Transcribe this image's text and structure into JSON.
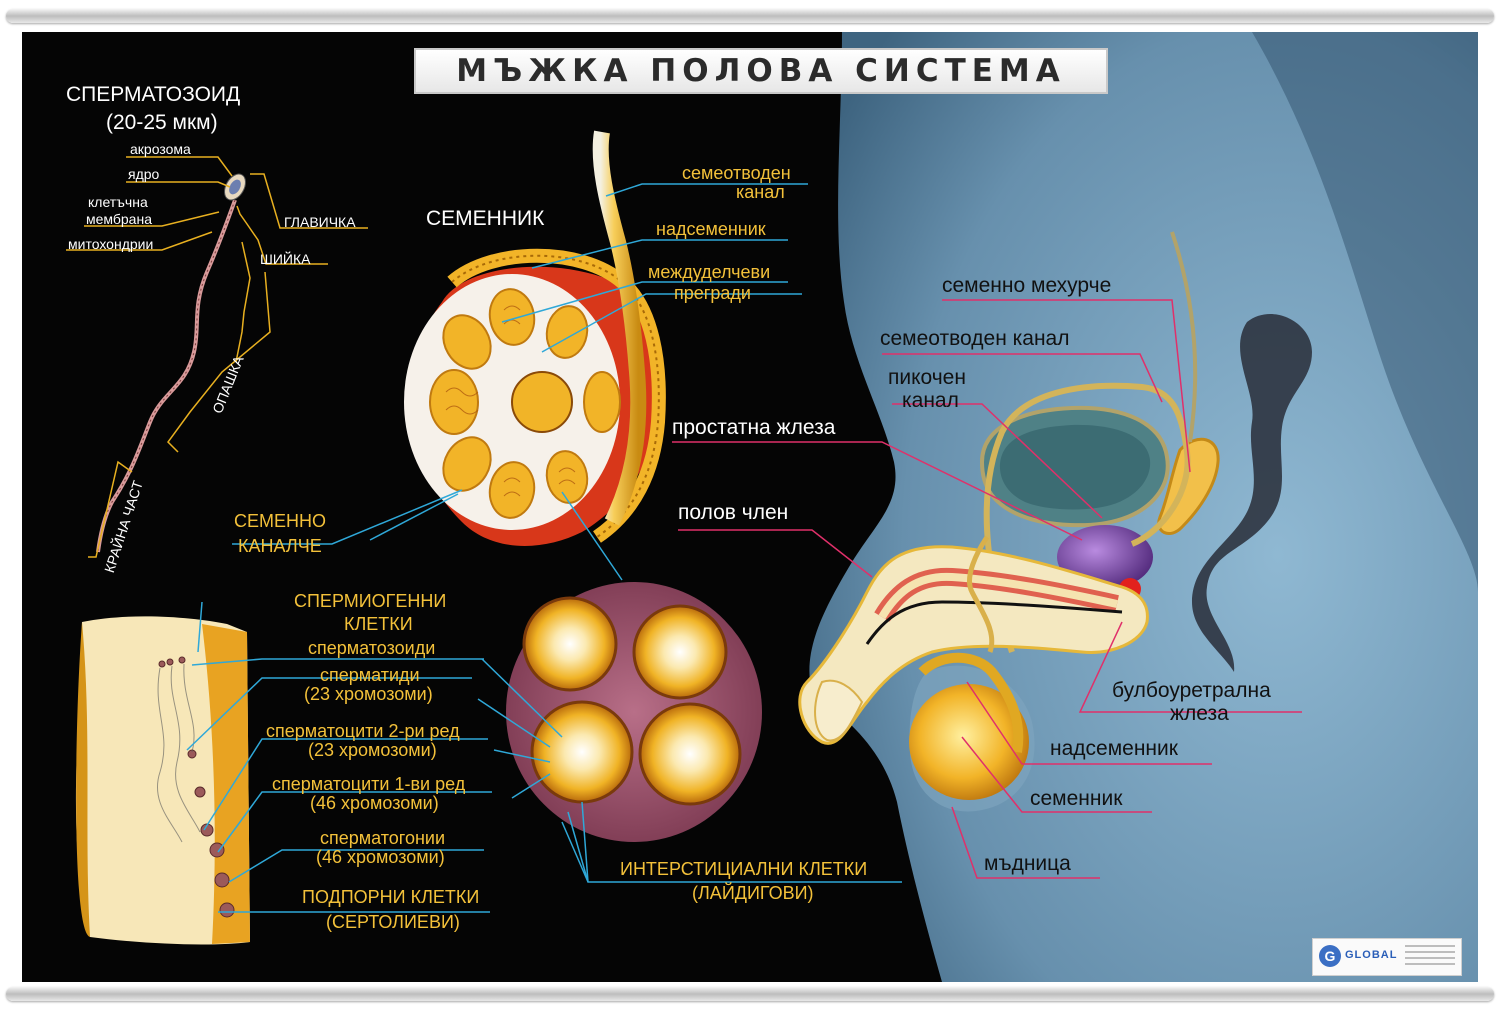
{
  "title": "МЪЖКА ПОЛОВА СИСТЕМА",
  "sperm": {
    "heading": "СПЕРМАТОЗОИД",
    "size": "(20-25 мкм)",
    "acrosome": "акрозома",
    "nucleus": "ядро",
    "membrane_1": "клетъчна",
    "membrane_2": "мембрана",
    "mitochondria": "митохондрии",
    "head": "ГЛАВИЧКА",
    "neck": "ШИЙКА",
    "tail": "ОПАШКА",
    "end_piece": "КРАЙНА ЧАСТ"
  },
  "testis_section": {
    "heading": "СЕМЕННИК",
    "vas_deferens_1": "семеотводен",
    "vas_deferens_2": "канал",
    "epididymis": "надсеменник",
    "septa_1": "междуделчеви",
    "septa_2": "прегради",
    "tubule_1": "СЕМЕННО",
    "tubule_2": "КАНАЛЧЕ"
  },
  "spermatogenesis": {
    "heading_1": "СПЕРМИОГЕННИ",
    "heading_2": "КЛЕТКИ",
    "spermatozoa": "сперматозоиди",
    "spermatids": "сперматиди",
    "spermatids_chr": "(23 хромозоми)",
    "sec_spermatocytes": "сперматоцити 2-ри ред",
    "sec_spermatocytes_chr": "(23 хромозоми)",
    "prim_spermatocytes": "сперматоцити 1-ви ред",
    "prim_spermatocytes_chr": "(46 хромозоми)",
    "spermatogonia": "сперматогонии",
    "spermatogonia_chr": "(46 хромозоми)",
    "sertoli_1": "ПОДПОРНИ КЛЕТКИ",
    "sertoli_2": "(СЕРТОЛИЕВИ)",
    "leydig_1": "ИНТЕРСТИЦИАЛНИ КЛЕТКИ",
    "leydig_2": "(ЛАЙДИГОВИ)"
  },
  "anatomy": {
    "seminal_vesicle": "семенно мехурче",
    "vas_deferens": "семеотводен канал",
    "urethra_1": "пикочен",
    "urethra_2": "канал",
    "prostate": "простатна жлеза",
    "penis": "полов член",
    "bulbourethral_1": "булбоуретрална",
    "bulbourethral_2": "жлеза",
    "epididymis": "надсеменник",
    "testis": "семенник",
    "scrotum": "мъдница"
  },
  "logo": {
    "text": "GLOBAL",
    "mark": "G"
  },
  "colors": {
    "background": "#050505",
    "label_yellow": "#f3c13a",
    "leader_blue": "#2fa8d8",
    "leader_pink": "#e0306a",
    "leader_yellow": "#e8b020",
    "body_blue": "#6e99b6",
    "tissue_yellow": "#f2b428",
    "tissue_red": "#d8371a"
  }
}
